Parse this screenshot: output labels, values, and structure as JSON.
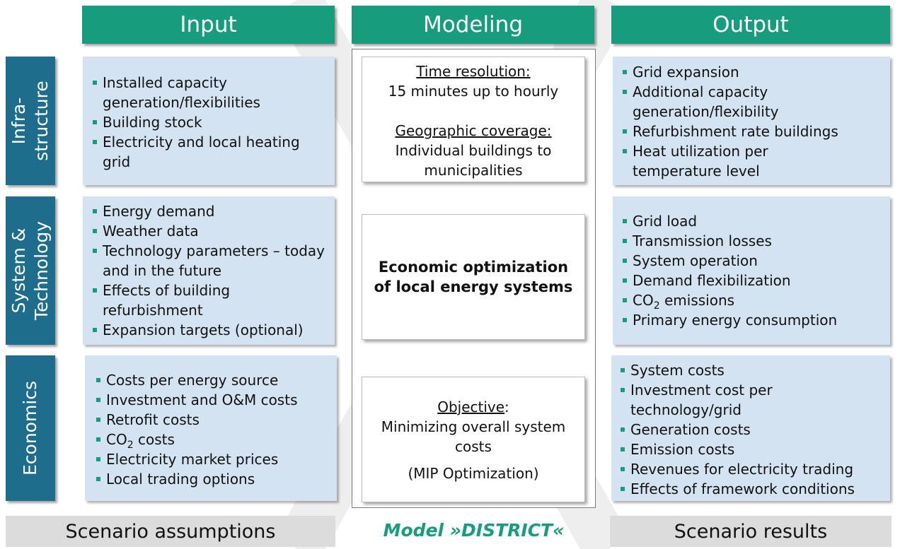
{
  "headers": {
    "input": "Input",
    "modeling": "Modeling",
    "output": "Output"
  },
  "rows": {
    "infrastructure": "Infra-\nstructure",
    "system_technology": "System &\nTechnology",
    "economics": "Economics"
  },
  "input": {
    "infrastructure": [
      "Installed capacity generation/flexibilities",
      "Building stock",
      "Electricity and local heating grid"
    ],
    "system_technology": [
      "Energy demand",
      "Weather data",
      "Technology parameters – today and in the future",
      "Effects of building refurbishment",
      "Expansion targets (optional)"
    ],
    "economics": {
      "item1": "Costs per energy source",
      "item2": "Investment and O&M costs",
      "item3": "Retrofit costs",
      "co2_prefix": "CO",
      "co2_sub": "2",
      "co2_suffix": " costs",
      "item5": "Electricity market prices",
      "item6": "Local trading options"
    }
  },
  "modeling": {
    "time_label": "Time resolution:",
    "time_value": "15 minutes up to hourly",
    "geo_label": "Geographic coverage:",
    "geo_value": "Individual buildings to municipalities",
    "center_line1": "Economic optimization",
    "center_line2": "of local energy systems",
    "objective_label": "Objective",
    "objective_colon": ":",
    "objective_value": "Minimizing overall system costs",
    "mip": "(MIP Optimization)"
  },
  "output": {
    "infrastructure": [
      "Grid expansion",
      "Additional capacity generation/flexibility",
      "Refurbishment rate buildings",
      "Heat utilization per temperature level"
    ],
    "system_technology": {
      "item1": "Grid load",
      "item2": "Transmission losses",
      "item3": "System operation",
      "item4": "Demand flexibilization",
      "co2_prefix": "CO",
      "co2_sub": "2",
      "co2_suffix": " emissions",
      "item6": "Primary energy consumption"
    },
    "economics": [
      "System costs",
      "Investment cost per technology/grid",
      "Generation costs",
      "Emission costs",
      "Revenues for electricity trading",
      "Effects of framework conditions"
    ]
  },
  "footer": {
    "left": "Scenario assumptions",
    "center": "Model »DISTRICT«",
    "right": "Scenario results"
  },
  "colors": {
    "green": "#179c7d",
    "blue": "#1f6d8c",
    "panel": "#d4e3f2",
    "footer": "#dcdcdc"
  }
}
